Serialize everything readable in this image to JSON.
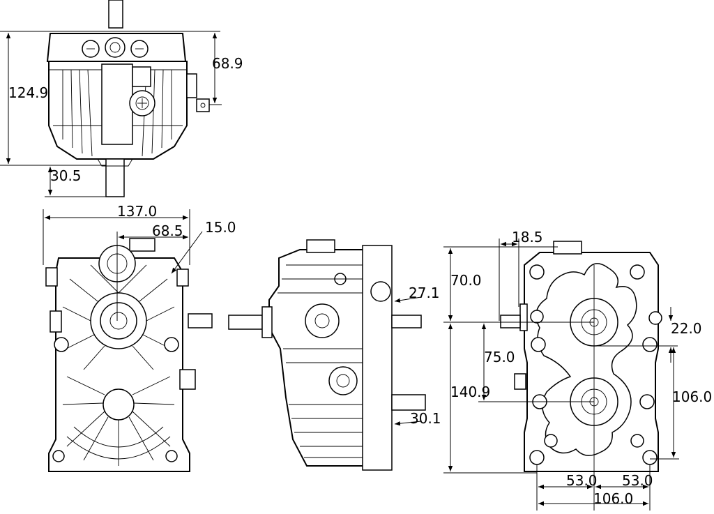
{
  "dimensions": {
    "top_height_total": "124.9",
    "top_height_upper": "68.9",
    "top_shaft": "30.5",
    "front_width": "137.0",
    "front_half": "68.5",
    "front_offset": "15.0",
    "side_shaft_upper": "27.1",
    "side_shaft_lower": "30.1",
    "rear_offset_top": "18.5",
    "rear_height_upper": "70.0",
    "rear_center_distance": "75.0",
    "rear_height_total": "140.9",
    "rear_offset_right": "22.0",
    "rear_bolt_span": "106.0",
    "rear_half_left": "53.0",
    "rear_half_right": "53.0",
    "rear_width_bottom": "106.0"
  }
}
